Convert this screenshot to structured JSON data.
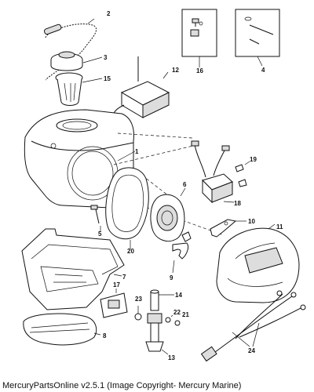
{
  "parts": [
    {
      "label": "1"
    },
    {
      "label": "2"
    },
    {
      "label": "3"
    },
    {
      "label": "4"
    },
    {
      "label": "5"
    },
    {
      "label": "6"
    },
    {
      "label": "7"
    },
    {
      "label": "8"
    },
    {
      "label": "9"
    },
    {
      "label": "10"
    },
    {
      "label": "11"
    },
    {
      "label": "12"
    },
    {
      "label": "13"
    },
    {
      "label": "14"
    },
    {
      "label": "15"
    },
    {
      "label": "16"
    },
    {
      "label": "17"
    },
    {
      "label": "18"
    },
    {
      "label": "19"
    },
    {
      "label": "20"
    },
    {
      "label": "21"
    },
    {
      "label": "22"
    },
    {
      "label": "23"
    },
    {
      "label": "24"
    }
  ],
  "footer": "MercuryPartsOnline v2.5.1 (Image Copyright- Mercury Marine)",
  "colors": {
    "ink": "#111111",
    "background": "#ffffff"
  }
}
